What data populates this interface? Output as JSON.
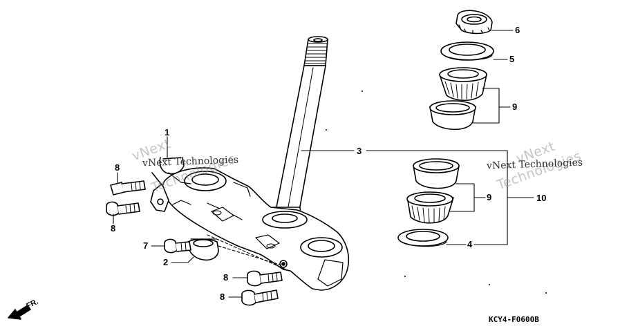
{
  "callouts": [
    {
      "id": "1",
      "label": "1"
    },
    {
      "id": "2",
      "label": "2"
    },
    {
      "id": "3",
      "label": "3"
    },
    {
      "id": "4",
      "label": "4"
    },
    {
      "id": "5",
      "label": "5"
    },
    {
      "id": "6",
      "label": "6"
    },
    {
      "id": "7",
      "label": "7"
    },
    {
      "id": "8a",
      "label": "8"
    },
    {
      "id": "8b",
      "label": "8"
    },
    {
      "id": "8c",
      "label": "8"
    },
    {
      "id": "8d",
      "label": "8"
    },
    {
      "id": "9a",
      "label": "9"
    },
    {
      "id": "9b",
      "label": "9"
    },
    {
      "id": "10",
      "label": "10"
    }
  ],
  "watermarks": {
    "brand": "vNext Technologies",
    "line1": "vNext",
    "line2": "Technologies"
  },
  "part_code": "KCY4-F0600B",
  "direction_label": "FR."
}
